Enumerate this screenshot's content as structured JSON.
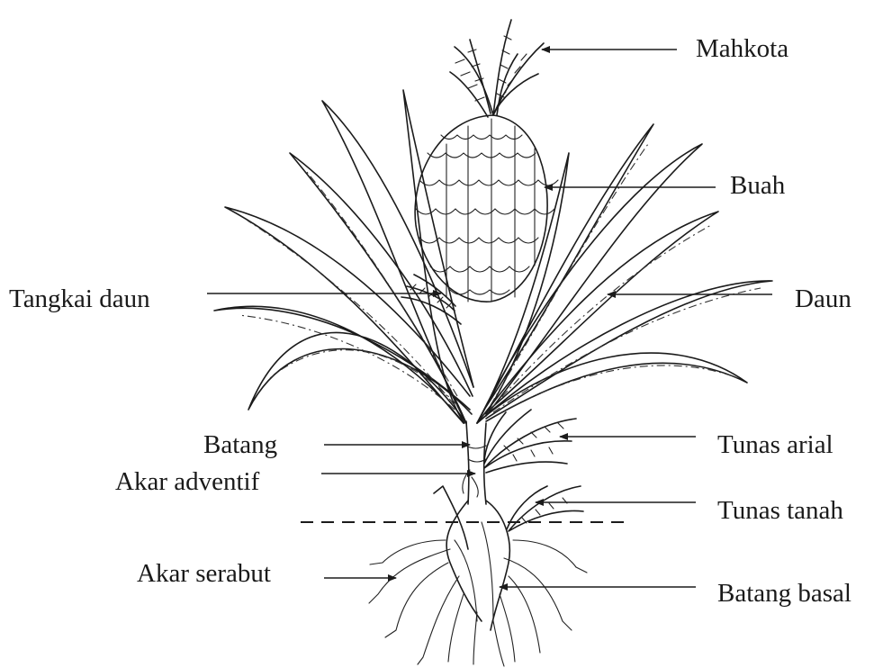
{
  "labels": {
    "mahkota": "Mahkota",
    "buah": "Buah",
    "tangkai_daun": "Tangkai daun",
    "daun": "Daun",
    "batang": "Batang",
    "tunas_arial": "Tunas arial",
    "akar_adventif": "Akar adventif",
    "tunas_tanah": "Tunas tanah",
    "akar_serabut": "Akar serabut",
    "batang_basal": "Batang basal"
  },
  "icons": {
    "plant": "pineapple-plant-illustration",
    "arrowhead": "arrowhead-icon"
  }
}
